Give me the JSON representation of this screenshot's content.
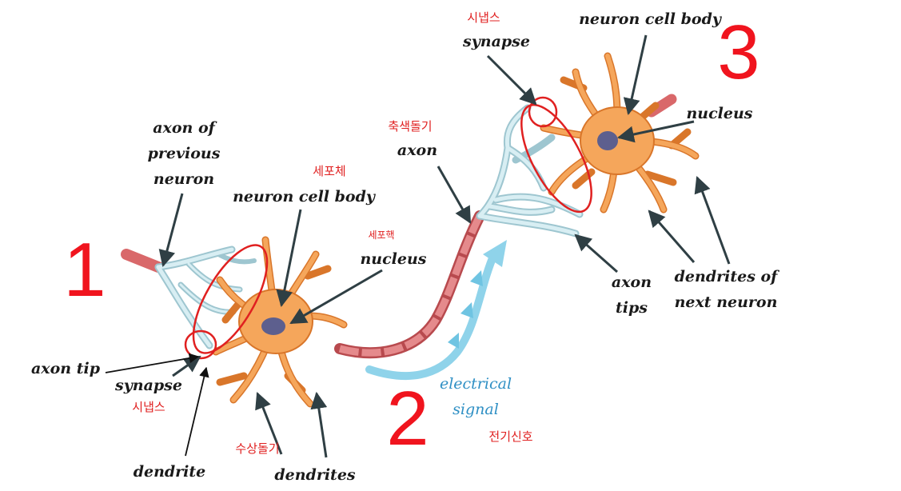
{
  "labels": {
    "axon_of_previous_neuron": [
      "axon of",
      "previous",
      "neuron"
    ],
    "neuron_cell_body_1": "neuron cell body",
    "nucleus_1": "nucleus",
    "axon": "axon",
    "neuron_cell_body_2": "neuron cell body",
    "synapse_top": "synapse",
    "nucleus_2": "nucleus",
    "axon_tips": [
      "axon",
      "tips"
    ],
    "dendrites_next": [
      "dendrites of",
      "next neuron"
    ],
    "axon_tip": "axon tip",
    "synapse_bottom": "synapse",
    "dendrite": "dendrite",
    "dendrites": "dendrites",
    "electrical_signal": [
      "electrical",
      "signal"
    ]
  },
  "korean": {
    "cell_body": "세포체",
    "nucleus": "세포핵",
    "axon": "축색돌기",
    "synapse_top": "시냅스",
    "synapse_bottom": "시냅스",
    "dendrites": "수상돌기",
    "electrical_signal": "전기신호"
  },
  "numbers": {
    "one": "1",
    "two": "2",
    "three": "3"
  },
  "colors": {
    "cell_body": "#f5a65b",
    "cell_outline": "#d9762a",
    "nucleus": "#5d5f8e",
    "axon": "#d9686a",
    "axon_terminal": "#bfe0e8",
    "signal_arrow": "#8fd3ea",
    "annotation_red": "#e02020",
    "pointer": "#2f3f44"
  }
}
